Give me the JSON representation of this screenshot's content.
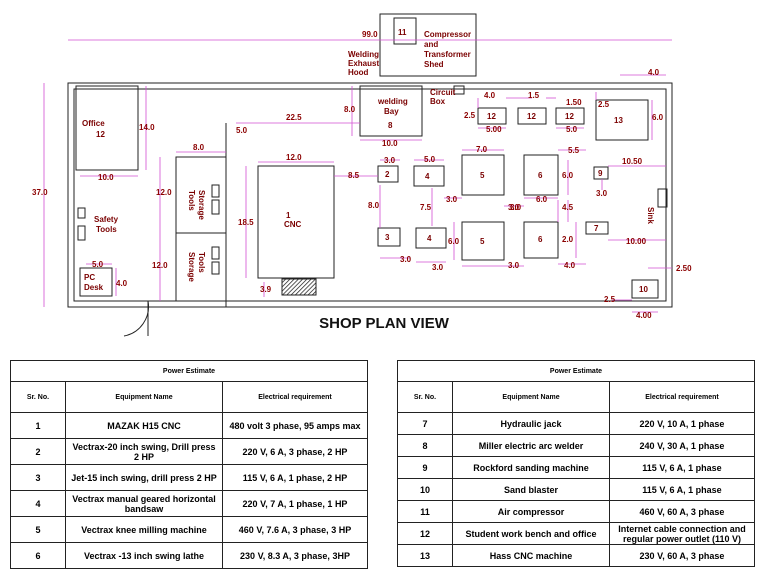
{
  "plan": {
    "title": "SHOP PLAN VIEW",
    "dims": {
      "overall_w": "99.0",
      "overall_h": "37.0",
      "office_w": "10.0",
      "office_h": "14.0",
      "tools_w": "8.0",
      "tools_h1": "12.0",
      "tools_h2": "12.0",
      "cnc_offset": "5.0",
      "cnc_gap": "22.5",
      "cnc_w": "12.0",
      "cnc_h": "18.5",
      "d_8_5": "8.5",
      "d_3_9": "3.9",
      "weld_h": "8.0",
      "weld_w": "10.0",
      "m2_w": "3.0",
      "m2_gap": "8.0",
      "m3_w": "3.0",
      "m4a_w": "5.0",
      "m4a_gap": "3.0",
      "m4b_h": "7.5",
      "m4b_w": "3.0",
      "m5a_w": "7.0",
      "m5a_gap": "3.0",
      "m5b_h": "6.0",
      "m5b_w": "3.0",
      "m6a_h": "6.0",
      "m6a_w": "6.0",
      "m6a_gap": "3.0",
      "m6b_h": "4.5",
      "m6b_w": "4.0",
      "d_5_5": "5.5",
      "m9_w": "10.50",
      "m9_h": "3.0",
      "m7_h": "2.0",
      "m7_w": "10.00",
      "d_2_5": "2.5",
      "d_4_0": "4.0",
      "d_1_5": "1.5",
      "d_1_50": "1.50",
      "d_5_00": "5.00",
      "d_5_0": "5.0",
      "m13_h": "6.0",
      "m13_top": "4.0",
      "m13_side": "2.5",
      "m10_top": "2.50",
      "m10_side": "2.5",
      "m10_w": "4.00",
      "pc_w": "5.0",
      "pc_h": "4.0"
    },
    "labels": {
      "office": "Office",
      "office_num": "12",
      "tools1": "Tools",
      "tools1b": "Storage",
      "tools2": "Tools",
      "tools2b": "Storage",
      "cnc_num": "1",
      "cnc": "CNC",
      "safety1": "Safety",
      "safety2": "Tools",
      "pc1": "PC",
      "pc2": "Desk",
      "weld1": "welding",
      "weld2": "Bay",
      "weld_num": "8",
      "hood1": "Welding",
      "hood2": "Exhaust",
      "hood3": "Hood",
      "shed_num": "11",
      "shed1": "Compressor",
      "shed2": "and",
      "shed3": "Transformer",
      "shed4": "Shed",
      "circuit1": "Circuit",
      "circuit2": "Box",
      "sink": "Sink",
      "m2": "2",
      "m3": "3",
      "m4a": "4",
      "m4b": "4",
      "m5a": "5",
      "m5b": "5",
      "m6a": "6",
      "m6b": "6",
      "m7": "7",
      "m9": "9",
      "m10": "10",
      "m13": "13",
      "b12a": "12",
      "b12b": "12",
      "b12c": "12"
    }
  },
  "table1": {
    "caption": "Power Estimate",
    "headers": [
      "Sr. No.",
      "Equipment Name",
      "Electrical requirement"
    ],
    "rows": [
      [
        "1",
        "MAZAK H15 CNC",
        "480 volt 3 phase, 95 amps max"
      ],
      [
        "2",
        "Vectrax-20 inch swing, Drill press 2 HP",
        "220 V, 6 A, 3 phase, 2 HP"
      ],
      [
        "3",
        "Jet-15 inch swing, drill press 2 HP",
        "115 V, 6 A, 1 phase, 2 HP"
      ],
      [
        "4",
        "Vectrax manual geared horizontal bandsaw",
        "220 V, 7 A, 1 phase, 1 HP"
      ],
      [
        "5",
        "Vectrax knee milling machine",
        "460 V, 7.6 A, 3 phase, 3 HP"
      ],
      [
        "6",
        "Vectrax -13 inch swing lathe",
        "230 V, 8.3 A, 3 phase, 3HP"
      ]
    ]
  },
  "table2": {
    "caption": "Power Estimate",
    "headers": [
      "Sr. No.",
      "Equipment Name",
      "Electrical requirement"
    ],
    "rows": [
      [
        "7",
        "Hydraulic jack",
        "220 V, 10 A, 1 phase"
      ],
      [
        "8",
        "Miller electric arc welder",
        "240 V, 30 A, 1 phase"
      ],
      [
        "9",
        "Rockford sanding machine",
        "115 V, 6 A, 1 phase"
      ],
      [
        "10",
        "Sand blaster",
        "115 V, 6 A, 1 phase"
      ],
      [
        "11",
        "Air compressor",
        "460 V, 60 A, 3 phase"
      ],
      [
        "12",
        "Student work bench and office",
        "Internet cable connection and regular power outlet (110 V)"
      ],
      [
        "13",
        "Hass CNC machine",
        "230 V, 60 A, 3 phase"
      ]
    ]
  }
}
